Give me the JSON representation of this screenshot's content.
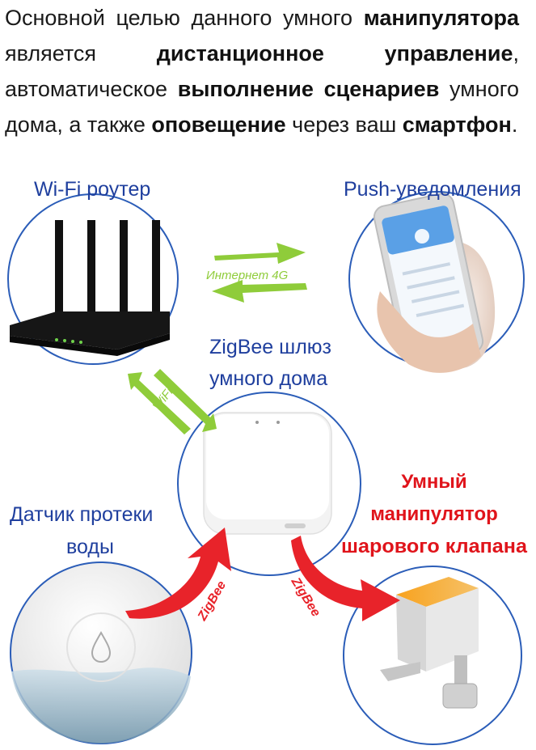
{
  "intro": {
    "p1": "Основной целью данного умного ",
    "b1": "манипулятора",
    "p2": " является ",
    "b2": "дистанционное управление",
    "p3": ", автоматическое ",
    "b3": "выполнение сценариев",
    "p4": " умного дома, а также ",
    "b4": "оповещение",
    "p5": " через ваш ",
    "b5": "смартфон",
    "p6": "."
  },
  "nodes": {
    "router": "Wi-Fi роутер",
    "push": "Push-уведомления",
    "gateway_line1": "ZigBee шлюз",
    "gateway_line2": "умного дома",
    "sensor_line1": "Датчик протеки",
    "sensor_line2": "воды",
    "valve_line1": "Умный",
    "valve_line2": "манипулятор",
    "valve_line3": "шарового клапана"
  },
  "links": {
    "internet": "Интернет 4G",
    "wifi": "WiFi",
    "zigbee_left": "ZigBee",
    "zigbee_right": "ZigBee"
  },
  "colors": {
    "circle": "#2b5db8",
    "label_blue": "#1f3f9e",
    "label_red": "#e0141b",
    "arrow_green": "#8fcc3a",
    "arrow_red": "#e8232a"
  }
}
